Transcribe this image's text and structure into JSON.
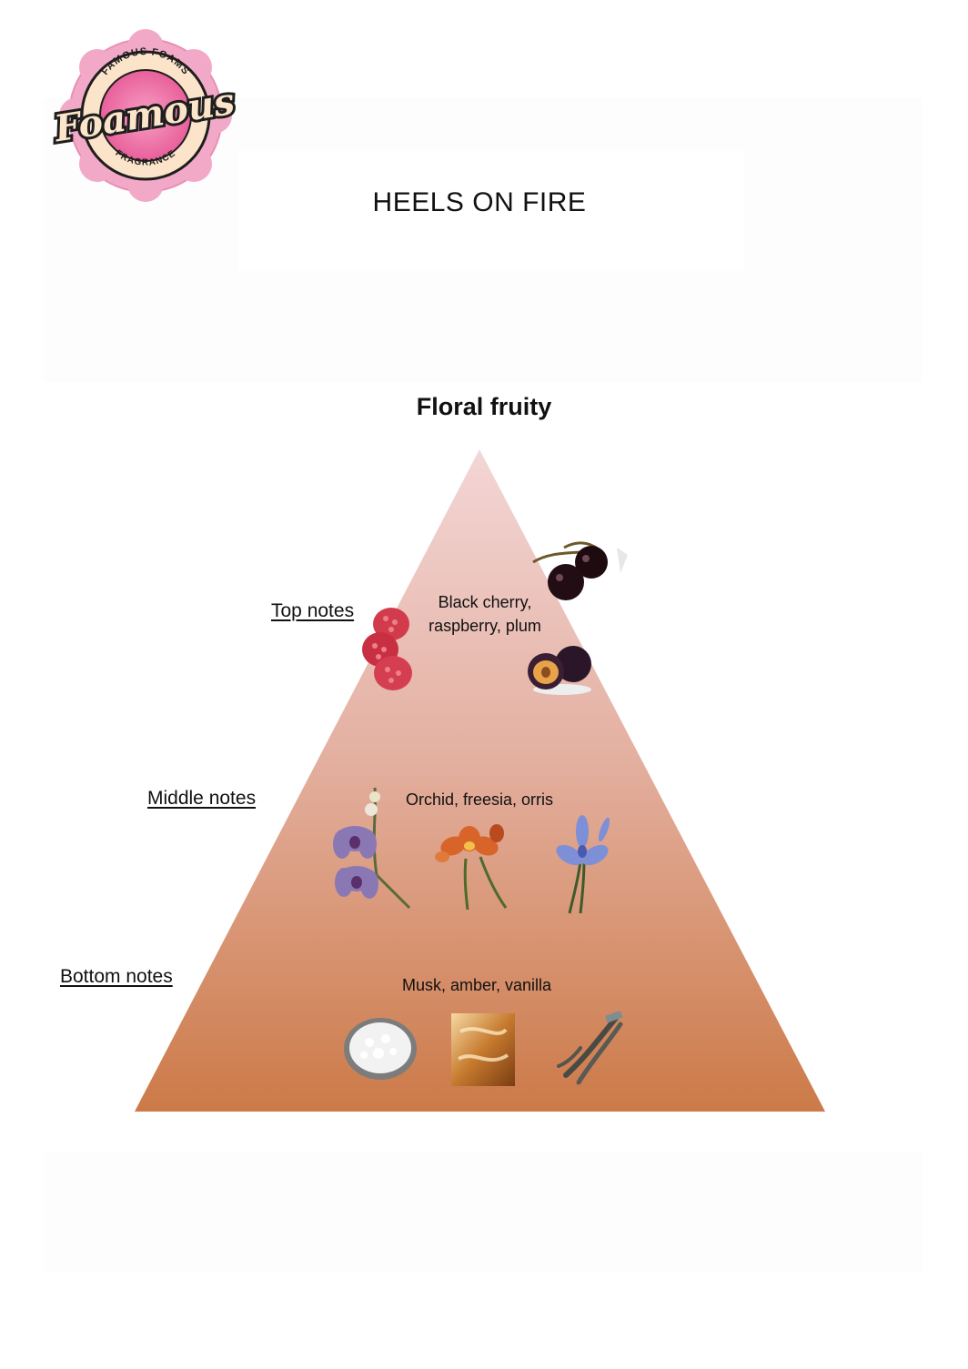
{
  "logo": {
    "arc_top": "FAMOUS FOAMS",
    "wordmark": "Foamous",
    "arc_bottom": "FRAGRANCE",
    "colors": {
      "petal": "#f2a9c7",
      "ring": "#fbe4c9",
      "center": "#ef6fa6",
      "outline": "#1e1e1e"
    }
  },
  "title": "HEELS ON FIRE",
  "subtitle": "Floral fruity",
  "pyramid": {
    "colors": {
      "top": "#f3d6d6",
      "bottom": "#cc7a48"
    },
    "tiers": [
      {
        "label": "Top notes",
        "notes": "Black cherry, raspberry, plum",
        "icons": [
          "raspberry-icon",
          "cherry-icon",
          "plum-icon"
        ]
      },
      {
        "label": "Middle notes",
        "notes": "Orchid, freesia, orris",
        "icons": [
          "orchid-icon",
          "freesia-icon",
          "iris-icon"
        ]
      },
      {
        "label": "Bottom notes",
        "notes": "Musk, amber, vanilla",
        "icons": [
          "musk-icon",
          "amber-icon",
          "vanilla-icon"
        ]
      }
    ]
  }
}
